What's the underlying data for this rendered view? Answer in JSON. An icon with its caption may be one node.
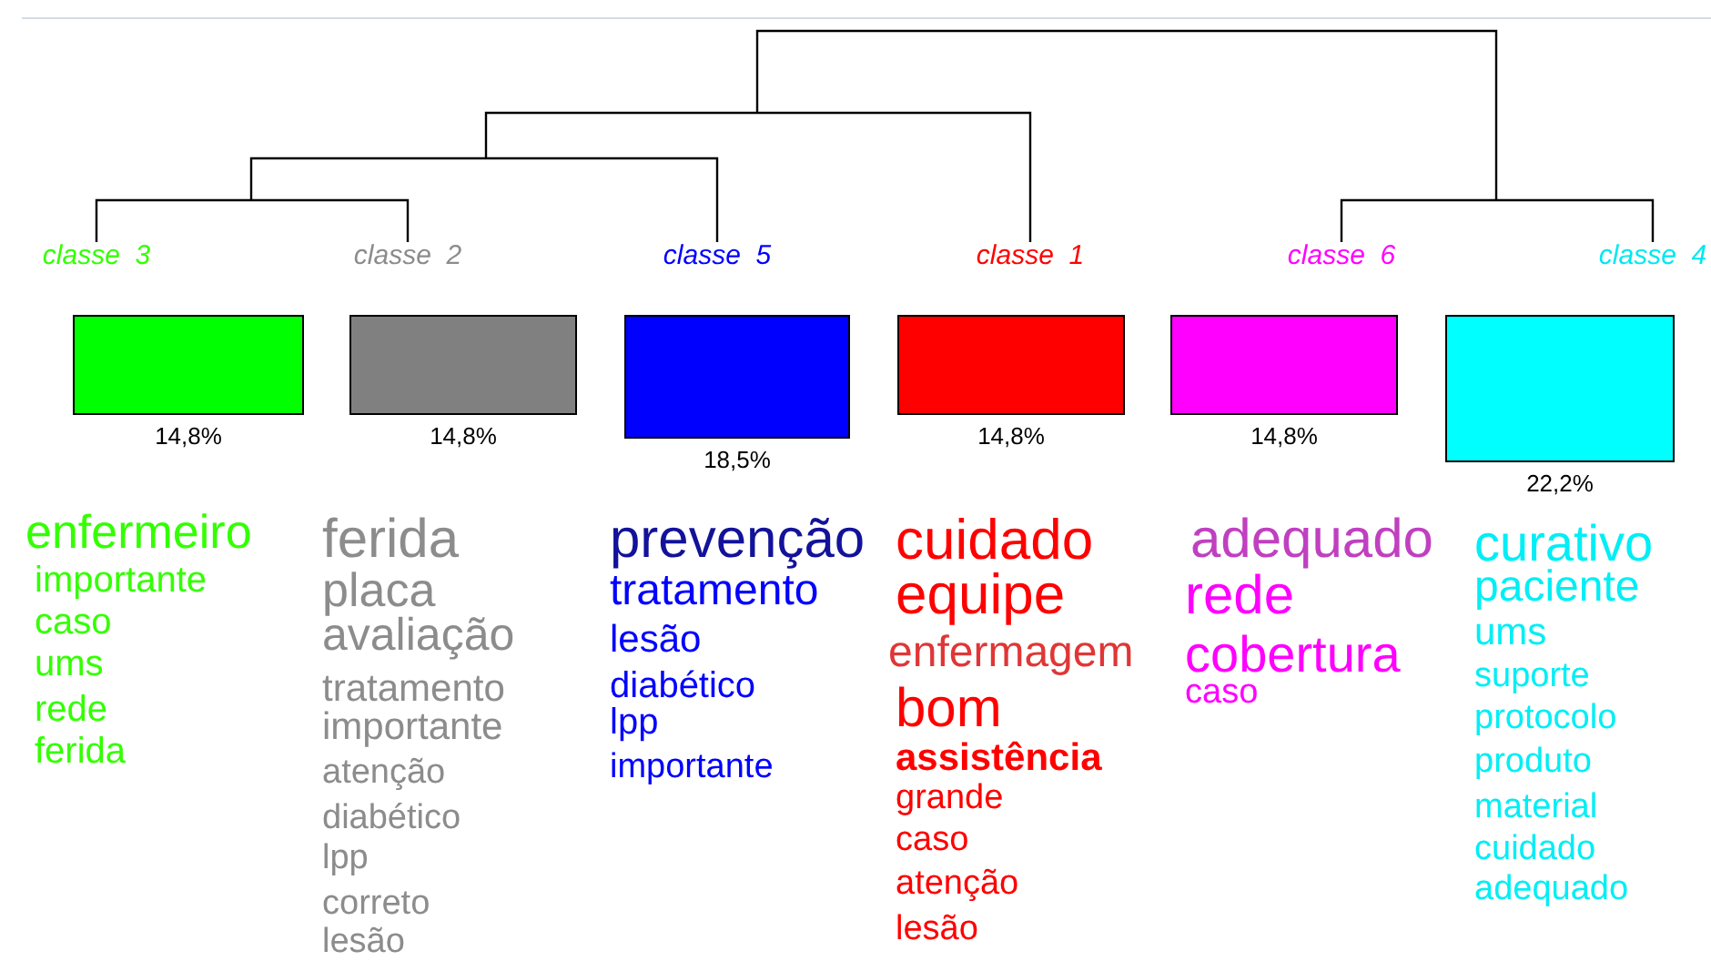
{
  "diagram": {
    "nodes": [
      {
        "text": [
          "classe  3"
        ]
      },
      {
        "text": [
          "classe  2"
        ]
      },
      {
        "text": [
          "classe  5"
        ]
      },
      {
        "text": [
          "classe  1"
        ]
      },
      {
        "text": [
          "classe  6"
        ]
      },
      {
        "text": [
          "classe  4"
        ]
      },
      {
        "text": [],
        "shape": "box",
        "beside": [
          "14,8%"
        ]
      },
      {
        "text": [],
        "shape": "box",
        "beside": [
          "14,8%"
        ]
      },
      {
        "text": [],
        "shape": "box",
        "beside": [
          "18,5%"
        ]
      },
      {
        "text": [],
        "shape": "box",
        "beside": [
          "14,8%"
        ]
      },
      {
        "text": [],
        "shape": "box",
        "beside": [
          "14,8%"
        ]
      },
      {
        "text": [],
        "shape": "box",
        "beside": [
          "22,2%"
        ]
      }
    ],
    "labels": [
      "enfermeiro",
      "importante",
      "caso",
      "ums",
      "rede",
      "ferida",
      "ferida",
      "placa",
      "avaliação",
      "tratamento",
      "importante",
      "atenção",
      "diabético",
      "lpp",
      "correto",
      "lesão",
      "prevenção",
      "tratamento",
      "lesão",
      "diabético",
      "lpp",
      "importante",
      "cuidado",
      "equipe",
      "enfermagem",
      "bom",
      "assistência",
      "grande",
      "caso",
      "atenção",
      "lesão",
      "adequado",
      "rede",
      "cobertura",
      "caso",
      "curativo",
      "paciente",
      "ums",
      "suporte",
      "protocolo",
      "produto",
      "material",
      "cuidado",
      "adequado"
    ]
  }
}
